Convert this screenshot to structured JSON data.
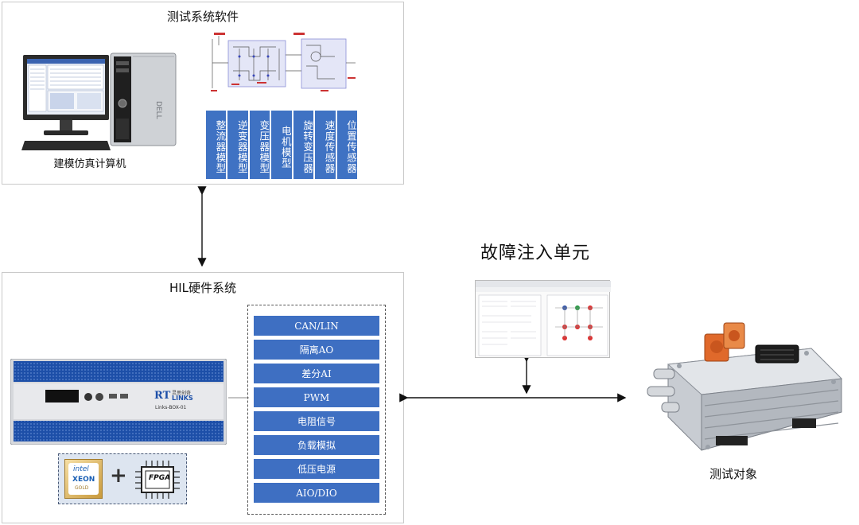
{
  "top_panel": {
    "title": "测试系统软件",
    "computer_label": "建模仿真计算机",
    "models": [
      "整流器模型",
      "逆变器模型",
      "变压器模型",
      "电机模型",
      "旋转变压器",
      "速度传感器",
      "位置传感器"
    ]
  },
  "hil_panel": {
    "title": "HIL硬件系统",
    "chassis_brand": "LINKS",
    "chassis_model": "Links-BOX-01",
    "chassis_logo_text": "灵思创奇",
    "cpu_brand": "intel",
    "cpu_line": "XEON",
    "cpu_tier": "GOLD",
    "chip_label": "FPGA",
    "signals": [
      "CAN/LIN",
      "隔离AO",
      "差分AI",
      "PWM",
      "电阻信号",
      "负载模拟",
      "低压电源",
      "AIO/DIO"
    ]
  },
  "fault_injection": {
    "title": "故障注入单元"
  },
  "test_object": {
    "label": "测试对象"
  },
  "colors": {
    "block_blue": "#3e6fc2",
    "panel_border": "#c9c9c9",
    "chassis_blue": "#1d4fa8",
    "connector_orange": "#e0692b"
  }
}
